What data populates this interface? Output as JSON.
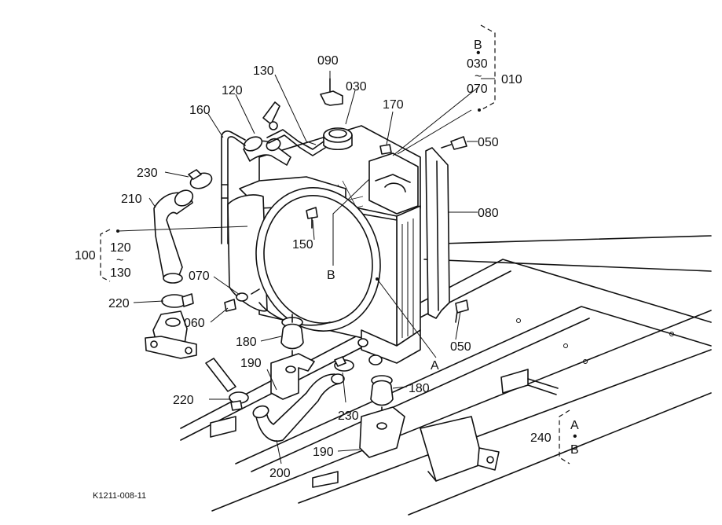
{
  "figure_code": "K1211-008-11",
  "labels": {
    "p010": "010",
    "p030_top": "030",
    "p030_range_from": "030",
    "p030_range_tilde": "~",
    "p030_range_to": "070",
    "p_B_top": "B",
    "p_dot": "•",
    "p050_upper": "050",
    "p050_lower": "050",
    "p060": "060",
    "p070": "070",
    "p080": "080",
    "p090": "090",
    "p100": "100",
    "p120_range_from": "120",
    "p120_range_tilde": "~",
    "p130_range_to": "130",
    "p120": "120",
    "p130": "130",
    "p150": "150",
    "p160": "160",
    "p170": "170",
    "p180_left": "180",
    "p180_right": "180",
    "p190_upper": "190",
    "p190_lower": "190",
    "p200": "200",
    "p210": "210",
    "p220_upper": "220",
    "p220_lower": "220",
    "p230_upper": "230",
    "p230_lower": "230",
    "p240": "240",
    "p240_A": "A",
    "p240_dot": "•",
    "p240_B": "B",
    "ref_A": "A",
    "ref_B": "B"
  }
}
